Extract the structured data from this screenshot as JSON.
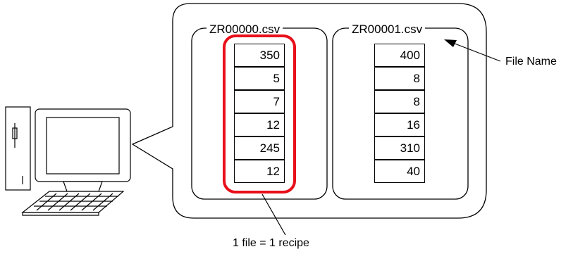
{
  "files": [
    {
      "name": "ZR00000.csv",
      "values": [
        "350",
        "5",
        "7",
        "12",
        "245",
        "12"
      ],
      "highlighted": true
    },
    {
      "name": "ZR00001.csv",
      "values": [
        "400",
        "8",
        "8",
        "16",
        "310",
        "40"
      ],
      "highlighted": false
    }
  ],
  "annotations": {
    "file_name": "File Name",
    "recipe_note": "1 file = 1 recipe"
  },
  "colors": {
    "highlight": "#e8101a",
    "line": "#000000",
    "background": "#ffffff"
  },
  "icons": [
    "desktop-computer-icon",
    "keyboard-icon"
  ]
}
